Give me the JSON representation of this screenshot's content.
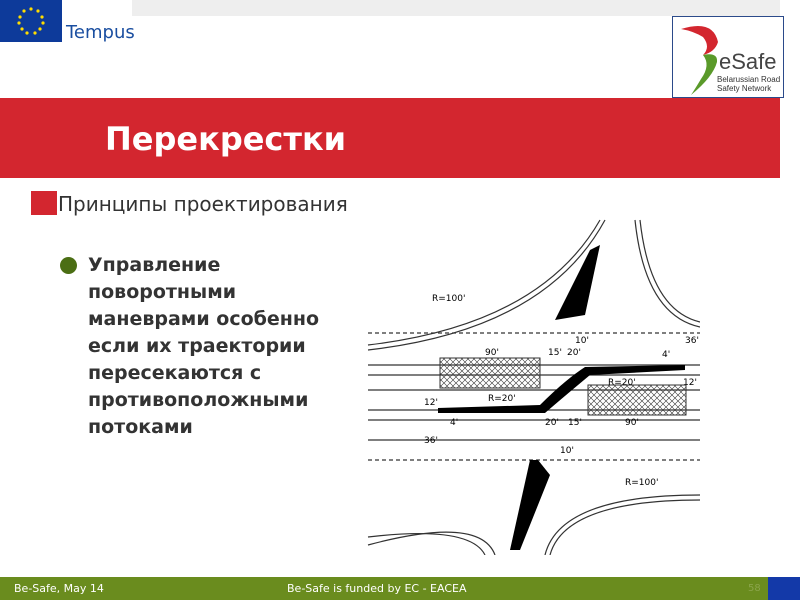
{
  "header": {
    "logo_left_text": "Tempus",
    "logo_right_text": "eSafe",
    "logo_right_subtitle": "Belarussian Road Safety Network"
  },
  "slide": {
    "title": "Перекрестки",
    "bullet1": "Принципы проектирования",
    "bullet2": "Управление поворотными маневрами особенно если их траектории пересекаются с противоположными потоками"
  },
  "diagram": {
    "labels": [
      "R=100'",
      "R=100'",
      "R=20'",
      "R=20'",
      "90'",
      "90'",
      "15'",
      "15'",
      "20'",
      "20'",
      "10'",
      "10'",
      "36'",
      "36'",
      "12'",
      "12'",
      "4'",
      "4'"
    ]
  },
  "footer": {
    "left": "Be-Safe, May 14",
    "center": "Be-Safe is funded by EC - EACEA",
    "page": "58"
  },
  "colors": {
    "banner": "#d3262f",
    "footer": "#6a8c1e",
    "bullet_square": "#d3262f",
    "bullet_dot": "#4b6e14"
  }
}
